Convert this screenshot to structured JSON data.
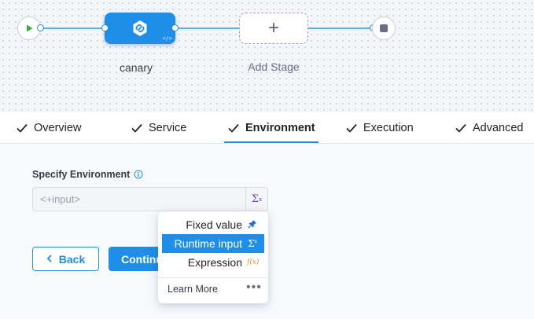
{
  "pipeline": {
    "stage_name": "canary",
    "add_stage_label": "Add Stage",
    "add_symbol": "+",
    "stage_tag": "</>"
  },
  "tabs": [
    {
      "label": "Overview",
      "completed": true
    },
    {
      "label": "Service",
      "completed": true
    },
    {
      "label": "Environment",
      "completed": true,
      "active": true
    },
    {
      "label": "Execution",
      "completed": true
    },
    {
      "label": "Advanced",
      "completed": true
    }
  ],
  "form": {
    "field_label": "Specify Environment",
    "input_placeholder": "<+input>",
    "input_value": "",
    "sigma_symbol": "Σ",
    "sigma_sup": "x"
  },
  "buttons": {
    "back": "Back",
    "continue": "Continue"
  },
  "menu": {
    "items": [
      {
        "label": "Fixed value",
        "icon": "pin-icon",
        "symbol": "📌"
      },
      {
        "label": "Runtime input",
        "icon": "sigma-icon",
        "symbol": "Σ",
        "selected": true
      },
      {
        "label": "Expression",
        "icon": "fx-icon",
        "symbol": "f(x)"
      }
    ],
    "learn_more": "Learn More",
    "more": "•••"
  },
  "colors": {
    "accent": "#1f8ee8",
    "link": "#55b3eb",
    "runtime_purple": "#7a40c9",
    "expression_orange": "#e8902f"
  }
}
